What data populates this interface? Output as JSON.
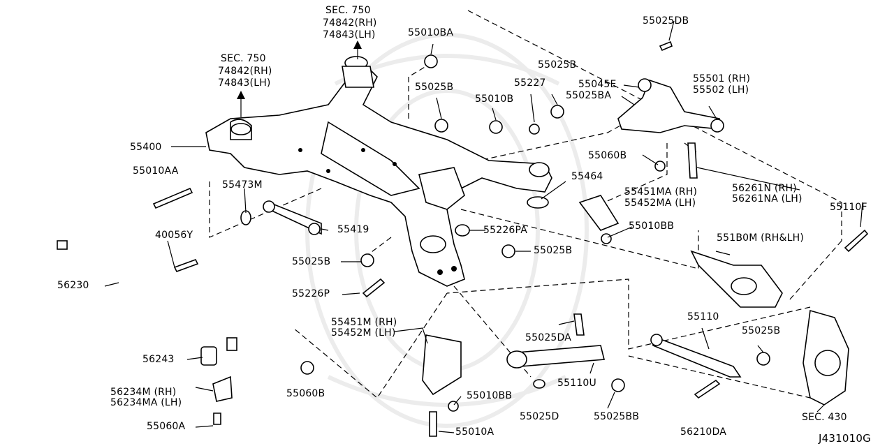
{
  "diagram_code": "J431010G",
  "sections": {
    "left_mount": {
      "title": "SEC. 750",
      "rh": "74842(RH)",
      "lh": "74843(LH)"
    },
    "top_mount": {
      "title": "SEC. 750",
      "rh": "74842(RH)",
      "lh": "74843(LH)"
    },
    "knuckle": "SEC. 430"
  },
  "parts": {
    "p55400": "55400",
    "p55010AA": "55010AA",
    "p55473M": "55473M",
    "p40056Y": "40056Y",
    "p55419": "55419",
    "p56230": "56230",
    "p55025B_a": "55025B",
    "p55226P": "55226P",
    "p56243": "56243",
    "p56234M": "56234M (RH)",
    "p56234MA": "56234MA (LH)",
    "p55060A": "55060A",
    "p55060B_a": "55060B",
    "p55451M": "55451M (RH)",
    "p55452M": "55452M (LH)",
    "p55010BB_a": "55010BB",
    "p55010A": "55010A",
    "p55025D": "55025D",
    "p55025DA": "55025DA",
    "p55110U": "55110U",
    "p55025BB": "55025BB",
    "p55226PA": "55226PA",
    "p55025B_b": "55025B",
    "p55010BA": "55010BA",
    "p55025B_c": "55025B",
    "p55010B": "55010B",
    "p55227": "55227",
    "p55025B_d": "55025B",
    "p55045E": "55045E",
    "p55025BA": "55025BA",
    "p55025DB": "55025DB",
    "p55501": "55501 (RH)",
    "p55502": "55502 (LH)",
    "p55060B_b": "55060B",
    "p55464": "55464",
    "p55451MA": "55451MA (RH)",
    "p55452MA": "55452MA (LH)",
    "p55010BB_b": "55010BB",
    "p56261N": "56261N (RH)",
    "p56261NA": "56261NA (LH)",
    "p55110F": "55110F",
    "p551B0M": "551B0M (RH&LH)",
    "p55110": "55110",
    "p55025B_e": "55025B",
    "p56210DA": "56210DA"
  }
}
